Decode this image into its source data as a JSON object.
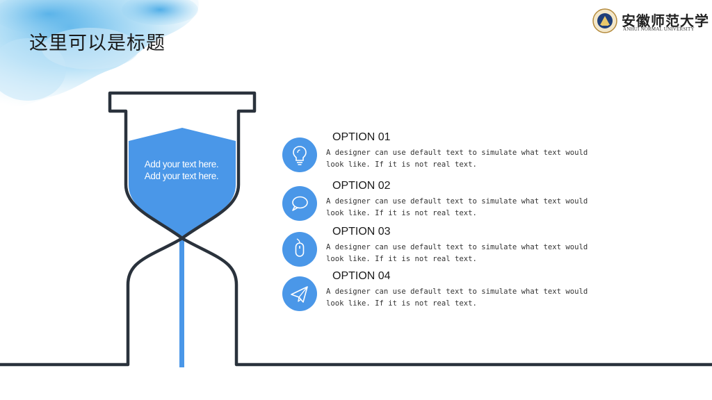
{
  "slide": {
    "title": "这里可以是标题",
    "logo": {
      "name_cn": "安徽师范大学",
      "name_en": "ANHUI NORMAL UNIVERSITY"
    },
    "hourglass_text": [
      "Add your text here.",
      "Add your text here."
    ],
    "options": [
      {
        "icon": "lightbulb-icon",
        "heading": "OPTION 01",
        "line1": "A designer can use default text to simulate what text would",
        "line2": "look like. If it is not real text."
      },
      {
        "icon": "speech-bubble-icon",
        "heading": "OPTION 02",
        "line1": "A designer can use default text to simulate what text would",
        "line2": "look like. If it is not real text."
      },
      {
        "icon": "mouse-icon",
        "heading": "OPTION 03",
        "line1": "A designer can use default text to simulate what text would",
        "line2": "look like. If it is not real text."
      },
      {
        "icon": "paper-plane-icon",
        "heading": "OPTION 04",
        "line1": "A designer can use default text to simulate what text would",
        "line2": "look like. If it is not real text."
      }
    ]
  },
  "colors": {
    "accent_blue": "#4a97e8",
    "outline": "#2a323c",
    "watercolor": "#6fc0ee"
  }
}
